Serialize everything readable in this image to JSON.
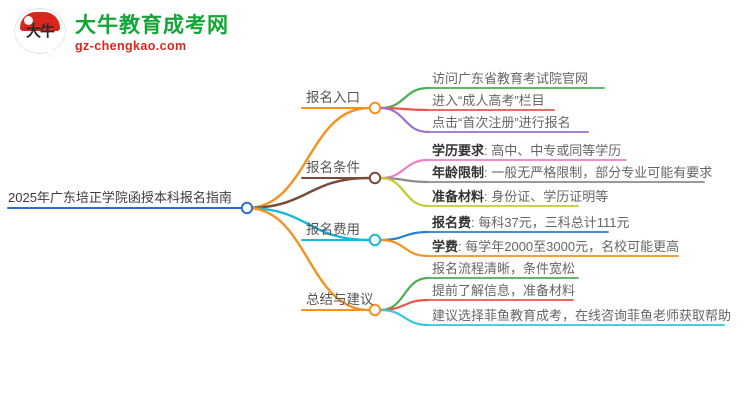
{
  "header": {
    "logo_icon": "daniu-bull-badge-icon",
    "logo_mark_text": "大牛",
    "brand_title": "大牛教育成考网",
    "brand_domain": "gz-chengkao.com",
    "brand_title_color": "#13a538",
    "brand_domain_color": "#d9261c"
  },
  "mindmap": {
    "root": {
      "label": "2025年广东培正学院函授本科报名指南",
      "node_color": "#2a6fc9",
      "underline_color": "#2a6fc9"
    },
    "branches": [
      {
        "label": "报名入口",
        "link_color": "#f5911e",
        "node_color": "#f5911e",
        "children": [
          {
            "text": "访问广东省教育考试院官网",
            "prefix": "",
            "rest": "访问广东省教育考试院官网",
            "color": "#4caf50"
          },
          {
            "text": "进入“成人高考”栏目",
            "prefix": "",
            "rest": "进入“成人高考”栏目",
            "color": "#e8564a"
          },
          {
            "text": "点击“首次注册”进行报名",
            "prefix": "",
            "rest": "点击“首次注册”进行报名",
            "color": "#9b6fd0"
          }
        ]
      },
      {
        "label": "报名条件",
        "link_color": "#7a4a3a",
        "node_color": "#7a4a3a",
        "children": [
          {
            "text": "学历要求: 高中、中专或同等学历",
            "prefix": "学历要求",
            "rest": ": 高中、中专或同等学历",
            "color": "#ef7ec0"
          },
          {
            "text": "年龄限制: 一般无严格限制，部分专业可能有要求",
            "prefix": "年龄限制",
            "rest": ": 一般无严格限制，部分专业可能有要求",
            "color": "#8c8c8c"
          },
          {
            "text": "准备材料: 身份证、学历证明等",
            "prefix": "准备材料",
            "rest": ": 身份证、学历证明等",
            "color": "#c2cc2e"
          }
        ]
      },
      {
        "label": "报名费用",
        "link_color": "#1ab7dd",
        "node_color": "#1ab7dd",
        "children": [
          {
            "text": "报名费: 每科37元，三科总计111元",
            "prefix": "报名费",
            "rest": ": 每科37元，三科总计111元",
            "color": "#2a7fd4"
          },
          {
            "text": "学费: 每学年2000至3000元，名校可能更高",
            "prefix": "学费",
            "rest": ": 每学年2000至3000元，名校可能更高",
            "color": "#f5911e"
          }
        ]
      },
      {
        "label": "总结与建议",
        "link_color": "#f5911e",
        "node_color": "#f5911e",
        "children": [
          {
            "text": "报名流程清晰，条件宽松",
            "prefix": "",
            "rest": "报名流程清晰，条件宽松",
            "color": "#4caf50"
          },
          {
            "text": "提前了解信息，准备材料",
            "prefix": "",
            "rest": "提前了解信息，准备材料",
            "color": "#e8564a"
          },
          {
            "text": "建议选择菲鱼教育成考，在线咨询菲鱼老师获取帮助",
            "prefix": "",
            "rest": "建议选择菲鱼教育成考，在线咨询菲鱼老师获取帮助",
            "color": "#2ec7dd"
          }
        ]
      }
    ]
  }
}
